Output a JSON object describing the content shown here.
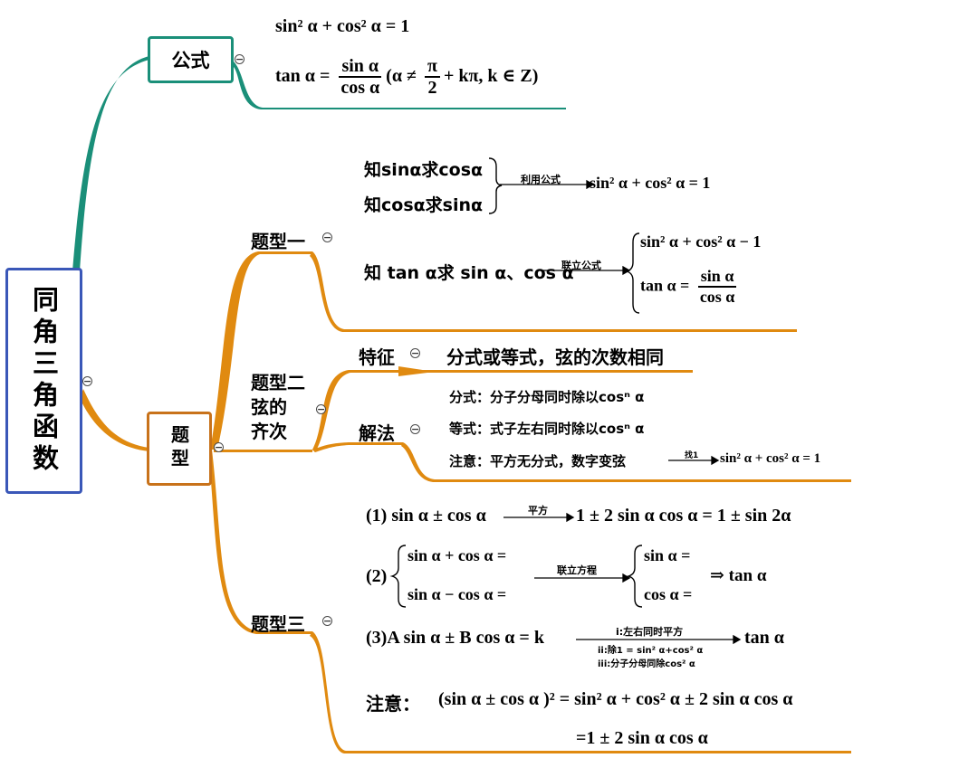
{
  "root": {
    "label": "同角三角函数"
  },
  "formula_node": {
    "label": "公式",
    "f1": "sin² α + cos² α = 1",
    "f2_lhs": "tan α =",
    "f2_num": "sin α",
    "f2_den": "cos α",
    "f2_cond_open": "(α ≠",
    "f2_cond_num": "π",
    "f2_cond_den": "2",
    "f2_cond_rest": "+ kπ, k ∈ Z)"
  },
  "types_node": {
    "label": "题型"
  },
  "type1": {
    "label": "题型一",
    "know_sin": "知sinα求cosα",
    "know_cos": "知cosα求sinα",
    "arrow1_label": "利用公式",
    "result1": "sin² α + cos² α = 1",
    "know_tan": "知 tan α求 sin α、cos α",
    "arrow2_label": "联立公式",
    "sys_1": "sin² α + cos² α − 1",
    "sys_2_lhs": "tan α =",
    "sys_2_num": "sin α",
    "sys_2_den": "cos α"
  },
  "type2": {
    "label_line1": "题型二",
    "label_line2": "弦的",
    "label_line3": "齐次",
    "feature_label": "特征",
    "feature_text": "分式或等式，弦的次数相同",
    "method_label": "解法",
    "m1": "分式：分子分母同时除以cosⁿ α",
    "m2": "等式：式子左右同时除以cosⁿ α",
    "m3": "注意：平方无分式，数字变弦",
    "m3_arrow_label": "找1",
    "m3_result": "sin² α + cos² α = 1"
  },
  "type3": {
    "label": "题型三",
    "e1_lhs": "(1) sin α ± cos α",
    "e1_arrow_label": "平方",
    "e1_rhs": "1 ± 2 sin α cos α = 1 ± sin 2α",
    "e2_prefix": "(2)",
    "e2_sys1": "sin α + cos α =",
    "e2_sys2": "sin α − cos α =",
    "e2_arrow_label": "联立方程",
    "e2_res1": "sin α =",
    "e2_res2": "cos α =",
    "e2_final": "⇒ tan α",
    "e3_lhs": "(3)A sin α ± B cos α = k",
    "e3_step1": "i:左右同时平方",
    "e3_step2": "ii:除1 = sin² α+cos² α",
    "e3_step3": "iii:分子分母同除cos² α",
    "e3_rhs": "tan α",
    "note_label": "注意：",
    "note_line1": "(sin α ± cos α )² = sin² α + cos² α ± 2 sin α cos α",
    "note_line2": "=1 ± 2 sin α cos α"
  },
  "colors": {
    "teal": "#1a8f79",
    "orange": "#e08a10",
    "blue": "#3a57b8"
  },
  "icons": [
    "collapse-icon",
    "arrow-icon",
    "brace-icon"
  ]
}
